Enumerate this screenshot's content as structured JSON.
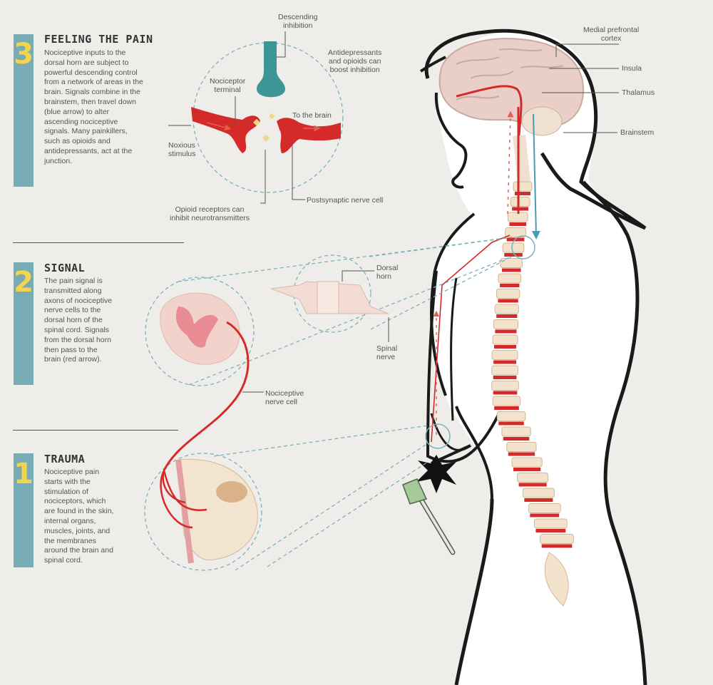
{
  "steps": [
    {
      "number": "3",
      "title": "FEELING THE PAIN",
      "body": "Nociceptive inputs to the dorsal horn are subject to powerful descending control from a network of areas in the brain. Signals combine in the brainstem, then travel down (blue arrow) to alter ascending nociceptive signals. Many painkillers, such as opioids and antidepressants, act at the junction."
    },
    {
      "number": "2",
      "title": "SIGNAL",
      "body": "The pain signal is transmitted along axons of nociceptive nerve cells to the dorsal horn of the spinal cord. Signals from the dorsal horn then pass to the brain (red arrow)."
    },
    {
      "number": "1",
      "title": "TRAUMA",
      "body": "Nociceptive pain starts with the stimulation of nociceptors, which are found in the skin, internal organs, muscles, joints, and the membranes around the brain and spinal cord."
    }
  ],
  "labels": {
    "descending_inhibition": "Descending\ninhibition",
    "antidepressants": "Antidepressants\nand opioids can\nboost inhibition",
    "nociceptor_terminal": "Nociceptor\nterminal",
    "to_the_brain": "To the brain",
    "noxious_stimulus": "Noxious\nstimulus",
    "opioid_receptors": "Opioid receptors can\ninhibit neurotransmitters",
    "postsynaptic": "Postsynaptic nerve cell",
    "medial_prefrontal": "Medial prefrontal\ncortex",
    "insula": "Insula",
    "thalamus": "Thalamus",
    "brainstem": "Brainstem",
    "dorsal_horn": "Dorsal\nhorn",
    "spinal_nerve": "Spinal\nnerve",
    "nociceptive_nerve_cell": "Nociceptive\nnerve cell"
  },
  "colors": {
    "accent_bar": "#78acb4",
    "step_number": "#f4d44c",
    "nerve_red": "#d42a2a",
    "inhibition_teal": "#2f8f94",
    "background": "#eeede9"
  }
}
